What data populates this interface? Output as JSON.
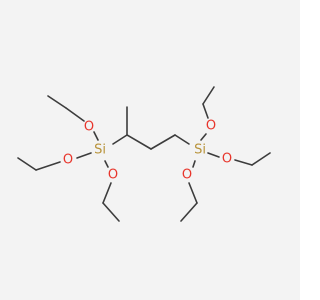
{
  "molecule": {
    "atoms": [
      {
        "id": "si1",
        "label": "Si",
        "color": "#b8933a"
      },
      {
        "id": "o1",
        "label": "O",
        "color": "#e8352b"
      },
      {
        "id": "o2",
        "label": "O",
        "color": "#e8352b"
      },
      {
        "id": "o3",
        "label": "O",
        "color": "#e8352b"
      },
      {
        "id": "si2",
        "label": "Si",
        "color": "#b8933a"
      },
      {
        "id": "o4",
        "label": "O",
        "color": "#e8352b"
      },
      {
        "id": "o5",
        "label": "O",
        "color": "#e8352b"
      },
      {
        "id": "o6",
        "label": "O",
        "color": "#e8352b"
      }
    ],
    "colors": {
      "bond": "#3c3c3c",
      "background": "#f3f3f3"
    }
  }
}
